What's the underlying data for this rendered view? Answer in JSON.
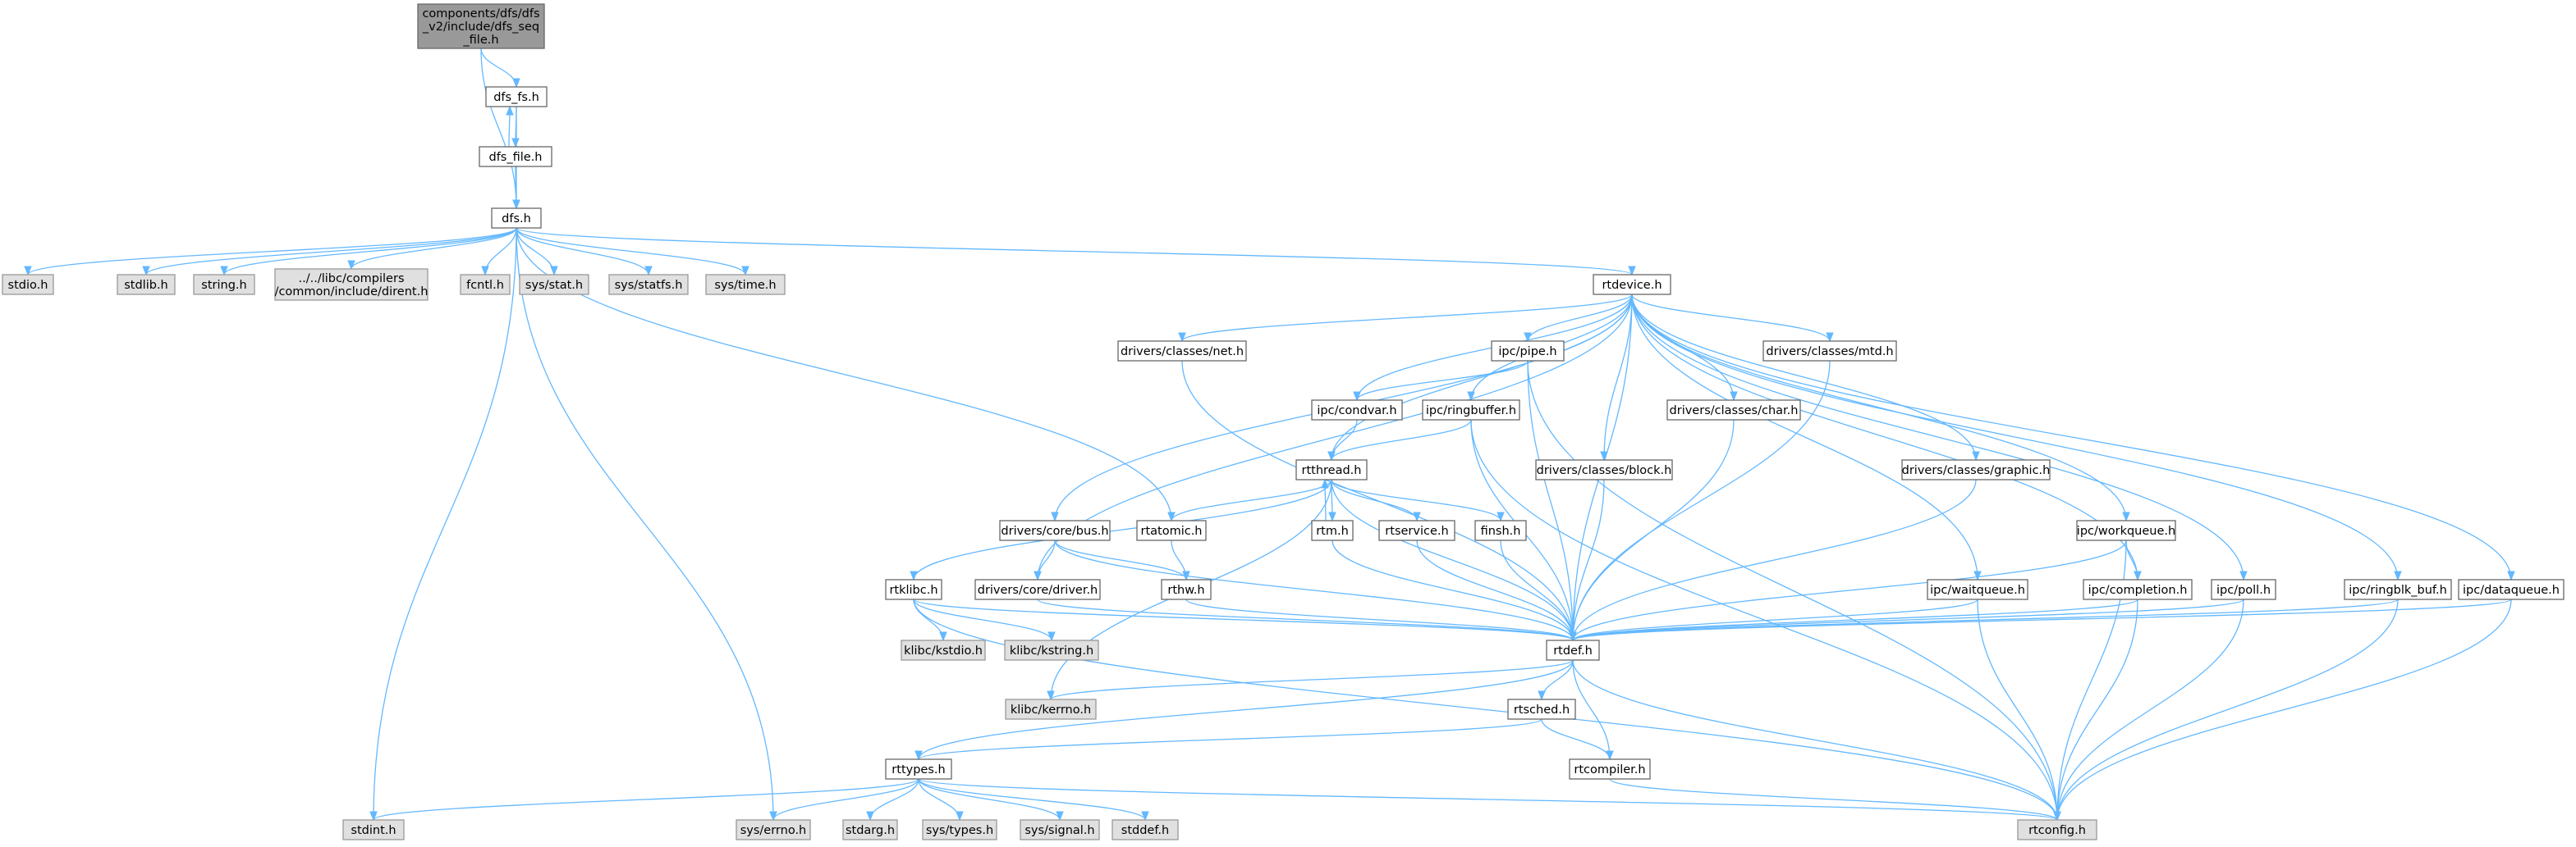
{
  "diagram": {
    "nodes": [
      {
        "id": "main",
        "kind": "main",
        "lines": [
          "components/dfs/dfs",
          "_v2/include/dfs_seq",
          "_file.h"
        ]
      },
      {
        "id": "dfs_fs",
        "kind": "doc",
        "lines": [
          "dfs_fs.h"
        ]
      },
      {
        "id": "dfs_file",
        "kind": "doc",
        "lines": [
          "dfs_file.h"
        ]
      },
      {
        "id": "dfs",
        "kind": "doc",
        "lines": [
          "dfs.h"
        ]
      },
      {
        "id": "stdio",
        "kind": "sys",
        "lines": [
          "stdio.h"
        ]
      },
      {
        "id": "stdlib",
        "kind": "sys",
        "lines": [
          "stdlib.h"
        ]
      },
      {
        "id": "string",
        "kind": "sys",
        "lines": [
          "string.h"
        ]
      },
      {
        "id": "dirent",
        "kind": "sys",
        "lines": [
          "../../libc/compilers",
          "/common/include/dirent.h"
        ]
      },
      {
        "id": "fcntl",
        "kind": "sys",
        "lines": [
          "fcntl.h"
        ]
      },
      {
        "id": "sysstat",
        "kind": "sys",
        "lines": [
          "sys/stat.h"
        ]
      },
      {
        "id": "sysstatfs",
        "kind": "sys",
        "lines": [
          "sys/statfs.h"
        ]
      },
      {
        "id": "systime",
        "kind": "sys",
        "lines": [
          "sys/time.h"
        ]
      },
      {
        "id": "rtdevice",
        "kind": "doc",
        "lines": [
          "rtdevice.h"
        ]
      },
      {
        "id": "net",
        "kind": "doc",
        "lines": [
          "drivers/classes/net.h"
        ]
      },
      {
        "id": "pipe",
        "kind": "doc",
        "lines": [
          "ipc/pipe.h"
        ]
      },
      {
        "id": "mtd",
        "kind": "doc",
        "lines": [
          "drivers/classes/mtd.h"
        ]
      },
      {
        "id": "condvar",
        "kind": "doc",
        "lines": [
          "ipc/condvar.h"
        ]
      },
      {
        "id": "ringbuffer",
        "kind": "doc",
        "lines": [
          "ipc/ringbuffer.h"
        ]
      },
      {
        "id": "char",
        "kind": "doc",
        "lines": [
          "drivers/classes/char.h"
        ]
      },
      {
        "id": "rtthread",
        "kind": "doc",
        "lines": [
          "rtthread.h"
        ]
      },
      {
        "id": "block",
        "kind": "doc",
        "lines": [
          "drivers/classes/block.h"
        ]
      },
      {
        "id": "graphic",
        "kind": "doc",
        "lines": [
          "drivers/classes/graphic.h"
        ]
      },
      {
        "id": "bus",
        "kind": "doc",
        "lines": [
          "drivers/core/bus.h"
        ]
      },
      {
        "id": "rtatomic",
        "kind": "doc",
        "lines": [
          "rtatomic.h"
        ]
      },
      {
        "id": "rtm",
        "kind": "doc",
        "lines": [
          "rtm.h"
        ]
      },
      {
        "id": "rtservice",
        "kind": "doc",
        "lines": [
          "rtservice.h"
        ]
      },
      {
        "id": "finsh",
        "kind": "doc",
        "lines": [
          "finsh.h"
        ]
      },
      {
        "id": "workqueue",
        "kind": "doc",
        "lines": [
          "ipc/workqueue.h"
        ]
      },
      {
        "id": "rtklibc",
        "kind": "doc",
        "lines": [
          "rtklibc.h"
        ]
      },
      {
        "id": "driver",
        "kind": "doc",
        "lines": [
          "drivers/core/driver.h"
        ]
      },
      {
        "id": "rthw",
        "kind": "doc",
        "lines": [
          "rthw.h"
        ]
      },
      {
        "id": "waitqueue",
        "kind": "doc",
        "lines": [
          "ipc/waitqueue.h"
        ]
      },
      {
        "id": "completion",
        "kind": "doc",
        "lines": [
          "ipc/completion.h"
        ]
      },
      {
        "id": "poll",
        "kind": "doc",
        "lines": [
          "ipc/poll.h"
        ]
      },
      {
        "id": "ringblk",
        "kind": "doc",
        "lines": [
          "ipc/ringblk_buf.h"
        ]
      },
      {
        "id": "dataqueue",
        "kind": "doc",
        "lines": [
          "ipc/dataqueue.h"
        ]
      },
      {
        "id": "kstdio",
        "kind": "sys",
        "lines": [
          "klibc/kstdio.h"
        ]
      },
      {
        "id": "kstring",
        "kind": "sys",
        "lines": [
          "klibc/kstring.h"
        ]
      },
      {
        "id": "rtdef",
        "kind": "doc",
        "lines": [
          "rtdef.h"
        ]
      },
      {
        "id": "kerrno",
        "kind": "sys",
        "lines": [
          "klibc/kerrno.h"
        ]
      },
      {
        "id": "rtsched",
        "kind": "doc",
        "lines": [
          "rtsched.h"
        ]
      },
      {
        "id": "rttypes",
        "kind": "doc",
        "lines": [
          "rttypes.h"
        ]
      },
      {
        "id": "rtcompiler",
        "kind": "doc",
        "lines": [
          "rtcompiler.h"
        ]
      },
      {
        "id": "stdint",
        "kind": "sys",
        "lines": [
          "stdint.h"
        ]
      },
      {
        "id": "syserrno",
        "kind": "sys",
        "lines": [
          "sys/errno.h"
        ]
      },
      {
        "id": "stdarg",
        "kind": "sys",
        "lines": [
          "stdarg.h"
        ]
      },
      {
        "id": "systypes",
        "kind": "sys",
        "lines": [
          "sys/types.h"
        ]
      },
      {
        "id": "syssignal",
        "kind": "sys",
        "lines": [
          "sys/signal.h"
        ]
      },
      {
        "id": "stddef",
        "kind": "sys",
        "lines": [
          "stddef.h"
        ]
      },
      {
        "id": "rtconfig",
        "kind": "sys",
        "lines": [
          "rtconfig.h"
        ]
      }
    ],
    "edges": [
      [
        "main",
        "dfs_fs"
      ],
      [
        "main",
        "dfs"
      ],
      [
        "dfs_fs",
        "dfs_file"
      ],
      [
        "dfs_fs",
        "dfs"
      ],
      [
        "dfs_file",
        "dfs_fs"
      ],
      [
        "dfs_file",
        "dfs"
      ],
      [
        "dfs",
        "stdio"
      ],
      [
        "dfs",
        "stdlib"
      ],
      [
        "dfs",
        "string"
      ],
      [
        "dfs",
        "dirent"
      ],
      [
        "dfs",
        "fcntl"
      ],
      [
        "dfs",
        "sysstat"
      ],
      [
        "dfs",
        "sysstatfs"
      ],
      [
        "dfs",
        "systime"
      ],
      [
        "dfs",
        "rtdevice"
      ],
      [
        "dfs",
        "rtatomic"
      ],
      [
        "dfs",
        "stdint"
      ],
      [
        "dfs",
        "syserrno"
      ],
      [
        "rtdevice",
        "net"
      ],
      [
        "rtdevice",
        "pipe"
      ],
      [
        "rtdevice",
        "mtd"
      ],
      [
        "rtdevice",
        "condvar"
      ],
      [
        "rtdevice",
        "ringbuffer"
      ],
      [
        "rtdevice",
        "char"
      ],
      [
        "rtdevice",
        "rtthread"
      ],
      [
        "rtdevice",
        "block"
      ],
      [
        "rtdevice",
        "graphic"
      ],
      [
        "rtdevice",
        "bus"
      ],
      [
        "rtdevice",
        "driver"
      ],
      [
        "rtdevice",
        "workqueue"
      ],
      [
        "rtdevice",
        "waitqueue"
      ],
      [
        "rtdevice",
        "completion"
      ],
      [
        "rtdevice",
        "poll"
      ],
      [
        "rtdevice",
        "ringblk"
      ],
      [
        "rtdevice",
        "dataqueue"
      ],
      [
        "rtdevice",
        "rtdef"
      ],
      [
        "net",
        "rtdef"
      ],
      [
        "pipe",
        "condvar"
      ],
      [
        "pipe",
        "rtdef"
      ],
      [
        "pipe",
        "rtconfig"
      ],
      [
        "mtd",
        "rtdef"
      ],
      [
        "condvar",
        "rtthread"
      ],
      [
        "ringbuffer",
        "rtthread"
      ],
      [
        "ringbuffer",
        "rtdef"
      ],
      [
        "ringbuffer",
        "rtconfig"
      ],
      [
        "char",
        "rtdef"
      ],
      [
        "rtthread",
        "rtklibc"
      ],
      [
        "rtthread",
        "rtatomic"
      ],
      [
        "rtthread",
        "rtm"
      ],
      [
        "rtthread",
        "rtservice"
      ],
      [
        "rtthread",
        "finsh"
      ],
      [
        "rtthread",
        "rtdef"
      ],
      [
        "rtthread",
        "kerrno"
      ],
      [
        "rtm",
        "rtthread"
      ],
      [
        "rtm",
        "rtdef"
      ],
      [
        "block",
        "rtdef"
      ],
      [
        "graphic",
        "rtdef"
      ],
      [
        "bus",
        "driver"
      ],
      [
        "bus",
        "rthw"
      ],
      [
        "bus",
        "rtdef"
      ],
      [
        "rtatomic",
        "rthw"
      ],
      [
        "rtservice",
        "rtdef"
      ],
      [
        "finsh",
        "rtdef"
      ],
      [
        "workqueue",
        "rtdef"
      ],
      [
        "workqueue",
        "completion"
      ],
      [
        "workqueue",
        "rtconfig"
      ],
      [
        "rtklibc",
        "kstdio"
      ],
      [
        "rtklibc",
        "kstring"
      ],
      [
        "rtklibc",
        "rtdef"
      ],
      [
        "rtklibc",
        "rtconfig"
      ],
      [
        "driver",
        "rtdef"
      ],
      [
        "rthw",
        "rtdef"
      ],
      [
        "waitqueue",
        "rtdef"
      ],
      [
        "waitqueue",
        "rtconfig"
      ],
      [
        "completion",
        "rtdef"
      ],
      [
        "completion",
        "rtconfig"
      ],
      [
        "poll",
        "rtdef"
      ],
      [
        "poll",
        "rtconfig"
      ],
      [
        "ringblk",
        "rtdef"
      ],
      [
        "ringblk",
        "rtconfig"
      ],
      [
        "dataqueue",
        "rtdef"
      ],
      [
        "dataqueue",
        "rtconfig"
      ],
      [
        "rtdef",
        "kerrno"
      ],
      [
        "rtdef",
        "rtsched"
      ],
      [
        "rtdef",
        "rttypes"
      ],
      [
        "rtdef",
        "rtcompiler"
      ],
      [
        "rtdef",
        "rtconfig"
      ],
      [
        "rtsched",
        "rttypes"
      ],
      [
        "rtsched",
        "rtcompiler"
      ],
      [
        "rttypes",
        "stdint"
      ],
      [
        "rttypes",
        "syserrno"
      ],
      [
        "rttypes",
        "stdarg"
      ],
      [
        "rttypes",
        "systypes"
      ],
      [
        "rttypes",
        "syssignal"
      ],
      [
        "rttypes",
        "stddef"
      ],
      [
        "rttypes",
        "rtconfig"
      ],
      [
        "rtcompiler",
        "rtconfig"
      ]
    ]
  }
}
